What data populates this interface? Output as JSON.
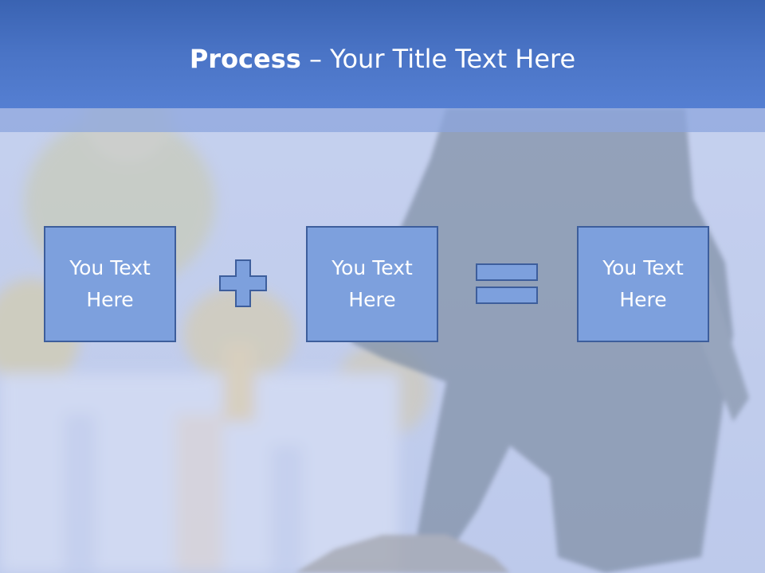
{
  "slide": {
    "title_bold": "Process",
    "title_rest": " – Your Title Text Here"
  },
  "boxes": [
    {
      "text": "You Text Here"
    },
    {
      "text": "You Text Here"
    },
    {
      "text": "You Text Here"
    }
  ],
  "colors": {
    "header": "#4a74c6",
    "box_fill": "#7da0dd",
    "box_border": "#3d5e9c",
    "title_text": "#ffffff"
  }
}
